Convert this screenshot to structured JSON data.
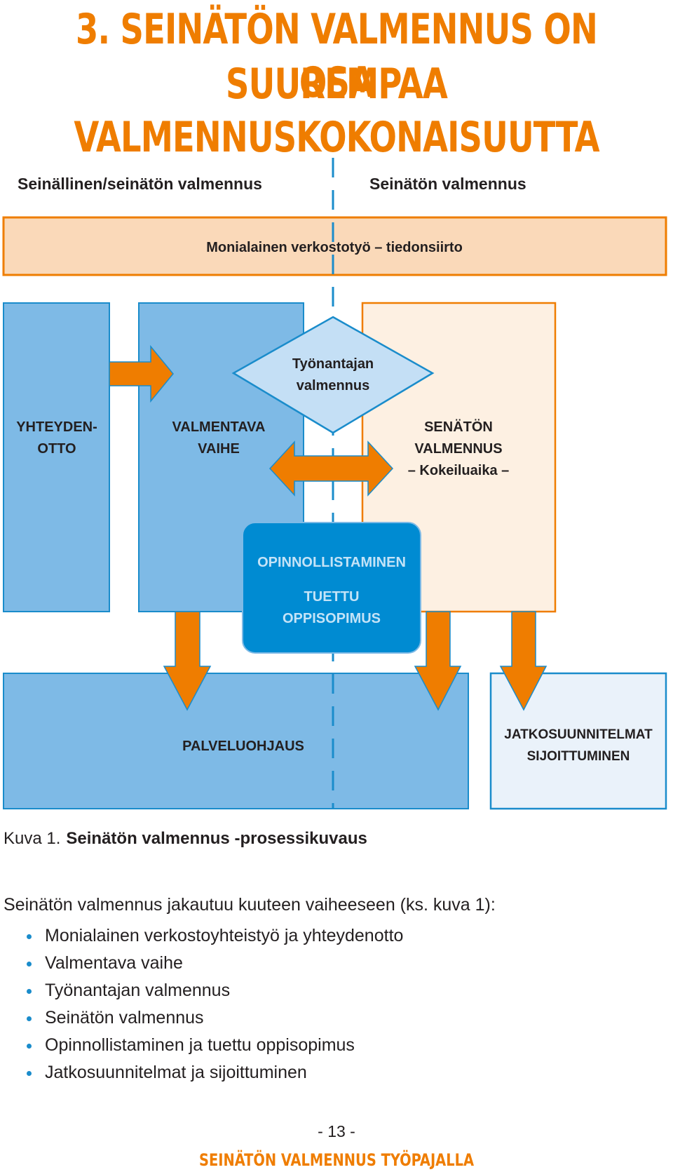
{
  "page": {
    "title_line1": "3. SEINÄTÖN VALMENNUS ON OSA",
    "title_line2": "SUUREMPAA VALMENNUSKOKONAISUUTTA"
  },
  "diagram": {
    "header_left": "Seinällinen/seinätön valmennus",
    "header_right": "Seinätön valmennus",
    "network_bar": "Monialainen verkostotyö – tiedonsiirto",
    "yhteydenotto": [
      "YHTEYDEN-",
      "OTTO"
    ],
    "valmentava": [
      "VALMENTAVA",
      "VAIHE"
    ],
    "tyonantaja": [
      "Työnantajan",
      "valmennus"
    ],
    "senaton": [
      "SENÄTÖN",
      "VALMENNUS",
      "– Kokeiluaika –"
    ],
    "opinnollistaminen": "OPINNOLLISTAMINEN",
    "oppisopimus": [
      "TUETTU",
      "OPPISOPIMUS"
    ],
    "palveluohjaus": "PALVELUOHJAUS",
    "jatko": [
      "JATKOSUUNNITELMAT",
      "SIJOITTUMINEN"
    ],
    "colors": {
      "orange": "#ef7d00",
      "peach": "#fad9b9",
      "blue": "#7ebae6",
      "dark_blue": "#008bd2",
      "light_blue": "#c4dff5",
      "cream": "#fdf0e2"
    }
  },
  "caption": {
    "label": "Kuva 1.",
    "text": "Seinätön valmennus -prosessikuvaus"
  },
  "intro": "Seinätön valmennus jakautuu kuuteen vaiheeseen (ks. kuva 1):",
  "bullets": [
    "Monialainen verkostoyhteistyö ja yhteydenotto",
    "Valmentava vaihe",
    "Työnantajan valmennus",
    "Seinätön valmennus",
    "Opinnollistaminen ja tuettu oppisopimus",
    "Jatkosuunnitelmat ja sijoittuminen"
  ],
  "page_number": "- 13 -",
  "footer": "SEINÄTÖN VALMENNUS TYÖPAJALLA"
}
